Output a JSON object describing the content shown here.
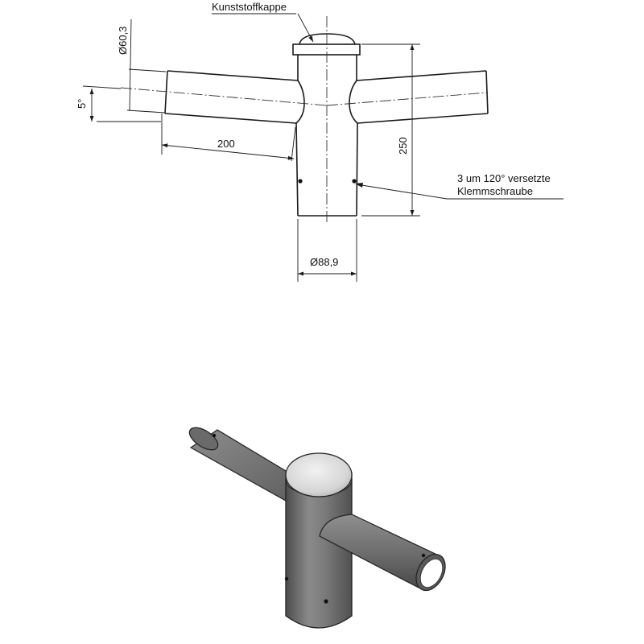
{
  "drawing": {
    "labels": {
      "cap": "Kunststoffkappe",
      "arm_diameter": "Ø60,3",
      "angle": "5°",
      "arm_length": "200",
      "height": "250",
      "screw_line1": "3 um 120° versetzte",
      "screw_line2": "Klemmschraube",
      "pipe_diameter": "Ø88,9"
    }
  },
  "render": {
    "tube_color": "#6e6e6e",
    "cap_color": "#d9d9d9"
  }
}
